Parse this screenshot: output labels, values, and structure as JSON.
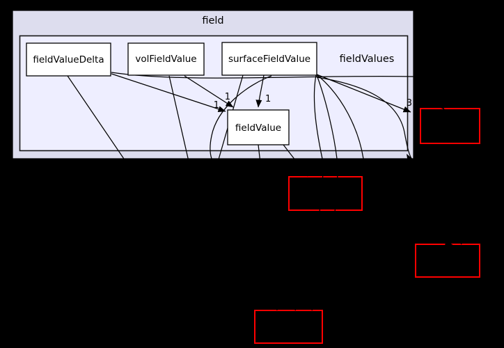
{
  "diagram": {
    "parent_cluster": {
      "label": "field"
    },
    "inner_cluster": {
      "label": "fieldValues"
    },
    "nodes": [
      {
        "id": "fieldValueDelta",
        "label": "fieldValueDelta"
      },
      {
        "id": "volFieldValue",
        "label": "volFieldValue"
      },
      {
        "id": "surfaceFieldValue",
        "label": "surfaceFieldValue"
      },
      {
        "id": "fieldValue",
        "label": "fieldValue"
      }
    ],
    "edge_labels": [
      {
        "text": "1",
        "edge": "fieldValueDelta-to-fieldValue"
      },
      {
        "text": "1",
        "edge": "volFieldValue-to-fieldValue"
      },
      {
        "text": "1",
        "edge": "surfaceFieldValue-to-fieldValue"
      },
      {
        "text": "3",
        "edge": "surfaceFieldValue-to-external"
      }
    ]
  },
  "colors": {
    "background": "#000000",
    "parent_fill": "#ddddee",
    "cluster_fill": "#eeeeff",
    "node_fill": "#ffffff",
    "node_border": "#000000",
    "edge": "#000000",
    "external_border": "#ff0000",
    "text": "#000000"
  }
}
